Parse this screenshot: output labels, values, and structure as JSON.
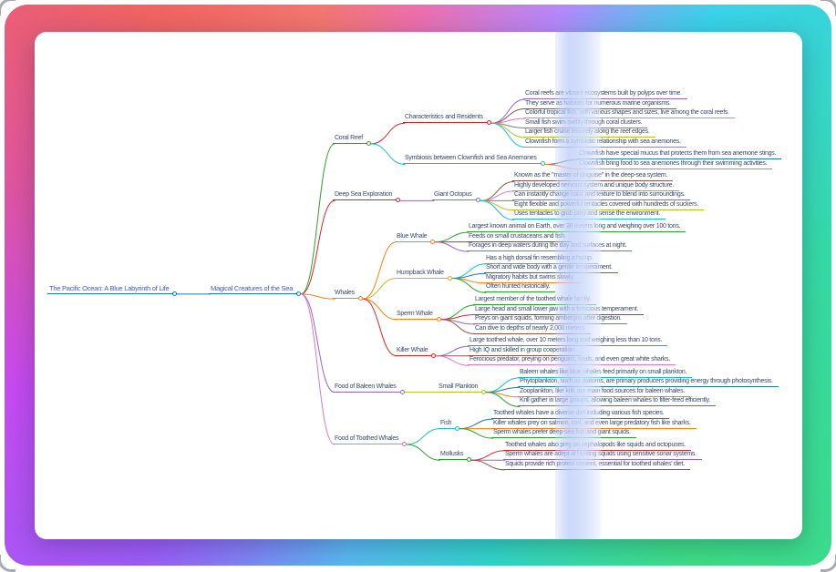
{
  "frame": {
    "gradient_stops": [
      "#ec6ead 0deg",
      "#b388fb 28deg",
      "#38d3e8 48deg",
      "#35d9a6 85deg",
      "#3ddc84 135deg",
      "#2fd4c8 165deg",
      "#58b7f0 195deg",
      "#9b5cf6 225deg",
      "#c44af1 255deg",
      "#e0559d 285deg",
      "#ef6361 315deg",
      "#f2766f 340deg",
      "#ec6ead 360deg"
    ]
  },
  "mindmap": {
    "palette": [
      "#1f77b4",
      "#ff7f0e",
      "#2ca02c",
      "#d62728",
      "#9467bd",
      "#8c564b",
      "#e377c2",
      "#7f7f7f",
      "#bcbd22",
      "#17becf"
    ],
    "root": {
      "label": "The Pacific Ocean: A Blue Labyrinth of Life",
      "color": "#1f77b4",
      "children": [
        {
          "label": "Magical Creatures of the Sea",
          "color": "#1f77b4",
          "children": [
            {
              "label": "Coral Reef",
              "color": "#2ca02c",
              "children": [
                {
                  "label": "Characteristics and Residents",
                  "color": "#d62728",
                  "children": [
                    {
                      "label": "Coral reefs are vibrant ecosystems built by polyps over time."
                    },
                    {
                      "label": "They serve as habitats for numerous marine organisms."
                    },
                    {
                      "label": "Colorful tropical fish, with various shapes and sizes, live among the coral reefs."
                    },
                    {
                      "label": "Small fish swim swiftly through coral clusters."
                    },
                    {
                      "label": "Larger fish cruise leisurely along the reef edges."
                    },
                    {
                      "label": "Clownfish form a symbiotic relationship with sea anemones."
                    }
                  ]
                },
                {
                  "label": "Symbiosis between Clownfish and Sea Anemones",
                  "color": "#17becf",
                  "children": [
                    {
                      "label": "Clownfish have special mucus that protects them from sea anemone stings."
                    },
                    {
                      "label": "Clownfish bring food to sea anemones through their swimming activities."
                    }
                  ]
                }
              ]
            },
            {
              "label": "Deep Sea Exploration",
              "color": "#d62728",
              "children": [
                {
                  "label": "Giant Octopus",
                  "color": "#9467bd",
                  "children": [
                    {
                      "label": "Known as the \"master of disguise\" in the deep-sea system."
                    },
                    {
                      "label": "Highly developed nervous system and unique body structure."
                    },
                    {
                      "label": "Can instantly change color and texture to blend into surroundings."
                    },
                    {
                      "label": "Eight flexible and powerful tentacles covered with hundreds of suckers."
                    },
                    {
                      "label": "Uses tentacles to grab prey and sense the environment."
                    }
                  ]
                }
              ]
            },
            {
              "label": "Whales",
              "color": "#ff7f0e",
              "children": [
                {
                  "label": "Blue Whale",
                  "color": "#ff7f0e",
                  "children": [
                    {
                      "label": "Largest known animal on Earth, over 30 meters long and weighing over 100 tons."
                    },
                    {
                      "label": "Feeds on small crustaceans and fish."
                    },
                    {
                      "label": "Forages in deep waters during the day and surfaces at night."
                    }
                  ]
                },
                {
                  "label": "Humpback Whale",
                  "color": "#bcbd22",
                  "children": [
                    {
                      "label": "Has a high dorsal fin resembling a hump."
                    },
                    {
                      "label": "Short and wide body with a gentle temperament."
                    },
                    {
                      "label": "Migratory habits but swims slowly."
                    },
                    {
                      "label": "Often hunted historically."
                    }
                  ]
                },
                {
                  "label": "Sperm Whale",
                  "color": "#ff7f0e",
                  "children": [
                    {
                      "label": "Largest member of the toothed whale family."
                    },
                    {
                      "label": "Large head and small lower jaw with a ferocious temperament."
                    },
                    {
                      "label": "Preys on giant squids, forming ambergris after digestion."
                    },
                    {
                      "label": "Can dive to depths of nearly 2,000 meters."
                    }
                  ]
                },
                {
                  "label": "Killer Whale",
                  "color": "#d62728",
                  "children": [
                    {
                      "label": "Large toothed whale, over 10 meters long and weighing less than 10 tons."
                    },
                    {
                      "label": "High IQ and skilled in group cooperation."
                    },
                    {
                      "label": "Ferocious predator, preying on penguins, seals, and even great white sharks."
                    }
                  ]
                }
              ]
            },
            {
              "label": "Food of Baleen Whales",
              "color": "#9467bd",
              "children": [
                {
                  "label": "Small Plankton",
                  "color": "#bcbd22",
                  "children": [
                    {
                      "label": "Baleen whales like blue whales feed primarily on small plankton."
                    },
                    {
                      "label": "Phytoplankton, such as diatoms, are primary producers providing energy through photosynthesis."
                    },
                    {
                      "label": "Zooplankton, like krill, are main food sources for baleen whales."
                    },
                    {
                      "label": "Krill gather in large groups, allowing baleen whales to filter-feed efficiently."
                    }
                  ]
                }
              ]
            },
            {
              "label": "Food of Toothed Whales",
              "color": "#e377c2",
              "children": [
                {
                  "label": "Fish",
                  "color": "#17becf",
                  "children": [
                    {
                      "label": "Toothed whales have a diverse diet including various fish species."
                    },
                    {
                      "label": "Killer whales prey on salmon, cod, and even large predatory fish like sharks."
                    },
                    {
                      "label": "Sperm whales prefer deep-sea fish and giant squids."
                    }
                  ]
                },
                {
                  "label": "Mollusks",
                  "color": "#2ca02c",
                  "children": [
                    {
                      "label": "Toothed whales also prey on cephalopods like squids and octopuses."
                    },
                    {
                      "label": "Sperm whales are adept at hunting squids using sensitive sonar systems."
                    },
                    {
                      "label": "Squids provide rich protein content, essential for toothed whales' diet."
                    }
                  ]
                }
              ]
            }
          ]
        }
      ]
    }
  }
}
